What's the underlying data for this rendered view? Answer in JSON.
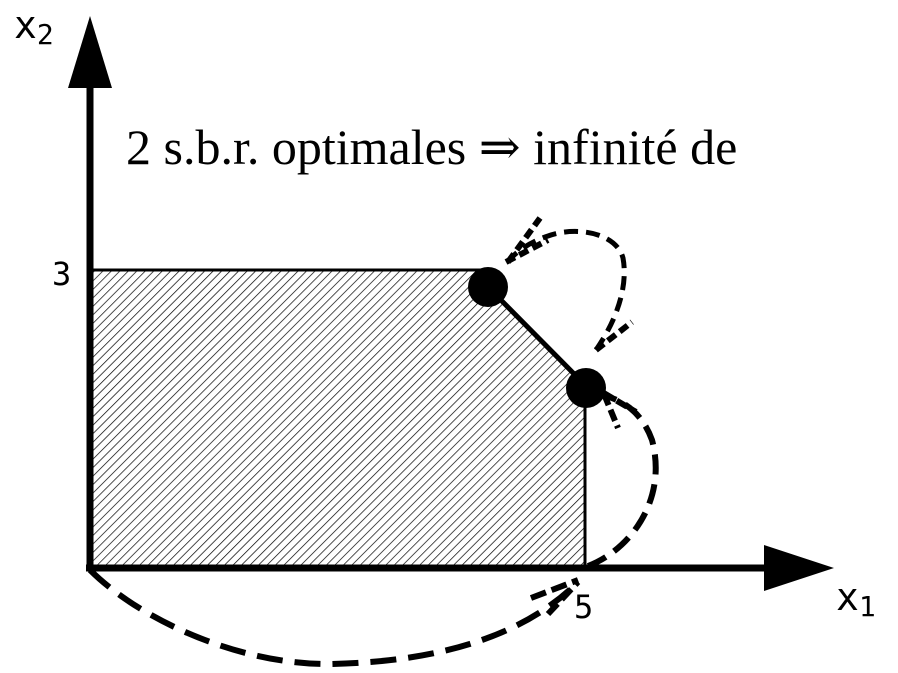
{
  "axes": {
    "x_label": "x",
    "x_subscript": "1",
    "y_label": "x",
    "y_subscript": "2"
  },
  "ticks": {
    "x_tick": "5",
    "y_tick": "3"
  },
  "caption": "2 s.b.r. optimales ⇒ infinité de",
  "colors": {
    "ink": "#000000",
    "background": "#ffffff"
  }
}
